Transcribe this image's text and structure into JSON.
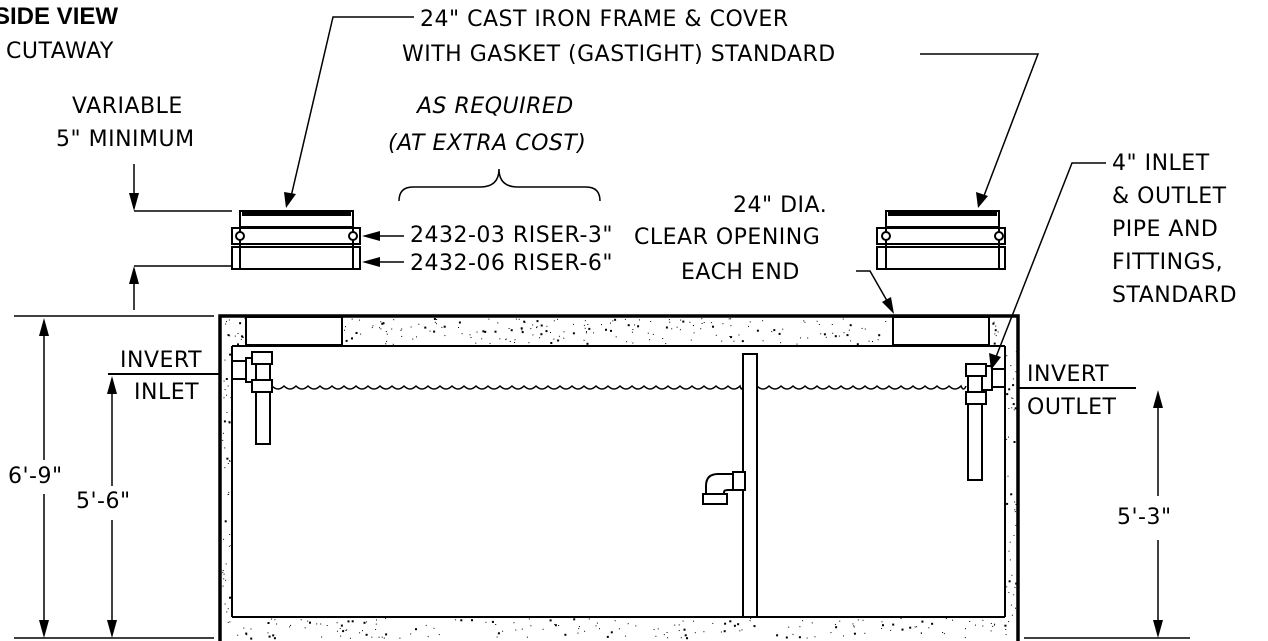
{
  "title": "SIDE VIEW",
  "subtitle": "CUTAWAY",
  "labels": {
    "frame_line1": "24\" CAST IRON FRAME & COVER",
    "frame_line2": "WITH GASKET (GASTIGHT) STANDARD",
    "variable_line1": "VARIABLE",
    "variable_line2": "5\" MINIMUM",
    "as_required_line1": "AS REQUIRED",
    "as_required_line2": "(AT EXTRA COST)",
    "riser3": "2432-03 RISER-3\"",
    "riser6": "2432-06 RISER-6\"",
    "clear_line1": "24\" DIA.",
    "clear_line2": "CLEAR OPENING",
    "clear_line3": "EACH END",
    "pipe_line1": "4\" INLET",
    "pipe_line2": "& OUTLET",
    "pipe_line3": "PIPE AND",
    "pipe_line4": "FITTINGS,",
    "pipe_line5": "STANDARD",
    "invert_inlet_1": "INVERT",
    "invert_inlet_2": "INLET",
    "invert_outlet_1": "INVERT",
    "invert_outlet_2": "OUTLET"
  },
  "dimensions": {
    "total_height": "6'-9\"",
    "inlet_height": "5'-6\"",
    "outlet_height": "5'-3\""
  }
}
